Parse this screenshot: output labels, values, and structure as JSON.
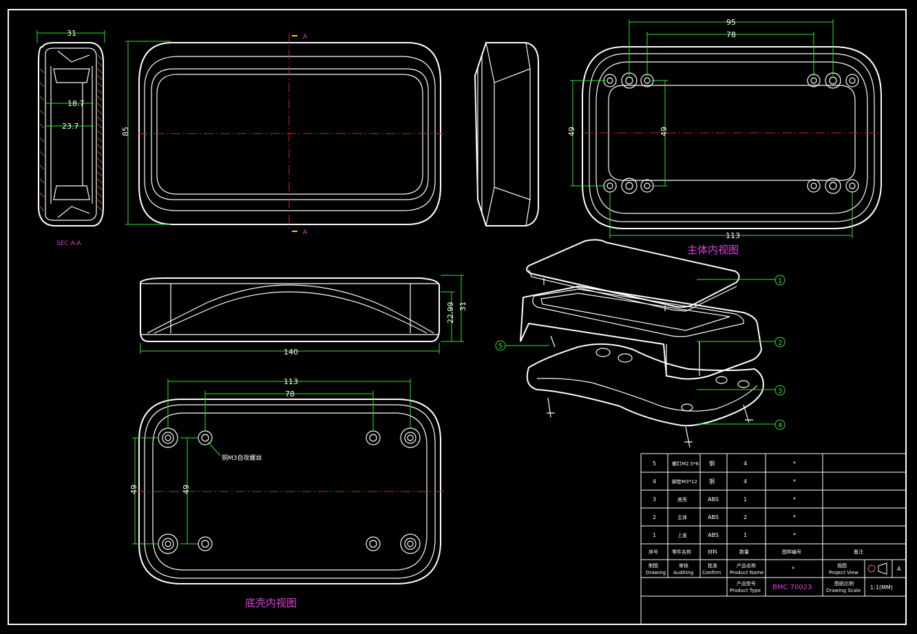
{
  "views": {
    "section_label": "SEC A-A",
    "section_marker": "A",
    "main_interior_title": "主体内视图",
    "bottom_interior_title": "底壳内视图",
    "bottom_note": "铜M3自攻螺丝"
  },
  "dimensions": {
    "sec_width": "31",
    "sec_inner1": "18.7",
    "sec_inner2": "23.7",
    "front_height": "85",
    "top_outer": "95",
    "top_inner": "78",
    "top_left_v": "49",
    "top_mid_v": "49",
    "top_bottom": "113",
    "side_height1": "22.99",
    "side_height2": "31",
    "side_length": "140",
    "bot_top": "113",
    "bot_inner": "78",
    "bot_left_v": "49",
    "bot_mid_v": "49"
  },
  "balloons": [
    "1",
    "2",
    "3",
    "4",
    "5"
  ],
  "bom": {
    "rows": [
      {
        "no": "5",
        "name": "螺钉M2.5*6",
        "material": "钢",
        "qty": "4",
        "code": "*"
      },
      {
        "no": "4",
        "name": "脚垫M3*12",
        "material": "钢",
        "qty": "4",
        "code": "*"
      },
      {
        "no": "3",
        "name": "底壳",
        "material": "ABS",
        "qty": "1",
        "code": "*"
      },
      {
        "no": "2",
        "name": "主体",
        "material": "ABS",
        "qty": "2",
        "code": "*"
      },
      {
        "no": "1",
        "name": "上盖",
        "material": "ABS",
        "qty": "1",
        "code": "*"
      }
    ],
    "header": {
      "no": "序号",
      "name": "零件名称",
      "material": "材料",
      "qty": "数量",
      "code": "图样编号",
      "note": "备注"
    },
    "sign": {
      "drawing_cn": "制图",
      "drawing_en": "Drawing",
      "auditing_cn": "审核",
      "auditing_en": "Auditing",
      "confirm_cn": "批准",
      "confirm_en": "Confirm",
      "pname_cn": "产品名称",
      "pname_en": "Product Name",
      "pname_value": "*",
      "pview_cn": "视图",
      "pview_en": "Project View",
      "ptype_cn": "产品型号",
      "ptype_en": "Product Type",
      "ptype_value": "BMC 70023",
      "scale_cn": "图纸比例",
      "scale_en": "Drawing Scale",
      "scale_value": "1:1(MM)",
      "sheet": "A"
    }
  }
}
